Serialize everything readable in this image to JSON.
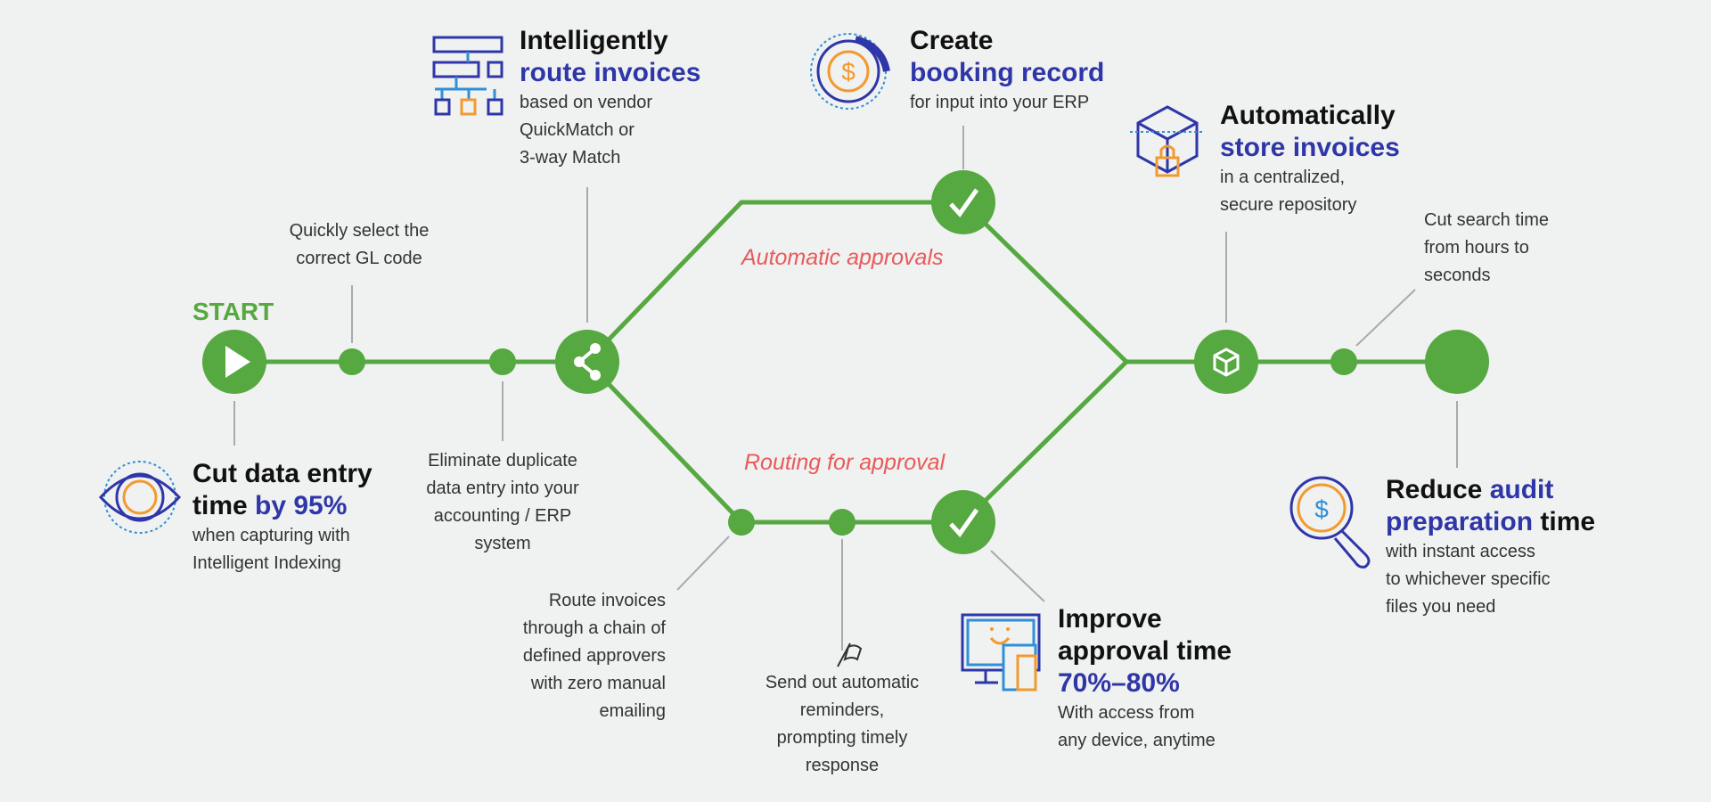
{
  "start_label": "START",
  "route_approval_label": "Automatic approvals",
  "route_routing_label": "Routing for approval",
  "blocks": {
    "cut_entry": {
      "head1": "Cut data entry",
      "head2a": "time ",
      "head2b": "by 95%",
      "body1": "when capturing with",
      "body2": "Intelligent Indexing"
    },
    "gl_code": {
      "line1": "Quickly select the",
      "line2": "correct GL code"
    },
    "duplicate": {
      "line1": "Eliminate duplicate",
      "line2": "data entry into your",
      "line3": "accounting / ERP",
      "line4": "system"
    },
    "route": {
      "head1": "Intelligently",
      "head2": "route invoices",
      "body1": "based on vendor",
      "body2": "QuickMatch or",
      "body3": "3-way Match"
    },
    "booking": {
      "head1": "Create",
      "head2": "booking record",
      "body1": "for input into your ERP"
    },
    "store": {
      "head1": "Automatically",
      "head2": "store invoices",
      "body1": "in a centralized,",
      "body2": "secure repository"
    },
    "search": {
      "line1": "Cut search time",
      "line2": "from hours to",
      "line3": "seconds"
    },
    "audit": {
      "head1a": "Reduce ",
      "head1b": "audit",
      "head2a": "preparation",
      "head2b": " time",
      "body1": "with instant access",
      "body2": "to whichever specific",
      "body3": "files you need"
    },
    "chain": {
      "line1": "Route invoices",
      "line2": "through a chain of",
      "line3": "defined approvers",
      "line4": "with zero manual",
      "line5": "emailing"
    },
    "reminders": {
      "line1": "Send out automatic",
      "line2": "reminders,",
      "line3": "prompting timely",
      "line4": "response"
    },
    "improve": {
      "head1": "Improve",
      "head2": "approval time",
      "head3": "70%–80%",
      "body1": "With access from",
      "body2": "any device, anytime"
    }
  },
  "colors": {
    "green": "#56a840",
    "blue": "#2e36a8",
    "orange": "#f29a2e",
    "red": "#e85a5a",
    "light_blue": "#2f8fd8"
  },
  "icons": [
    "play-icon",
    "share-icon",
    "check-icon",
    "box-icon",
    "eye-icon",
    "org-chart-icon",
    "dollar-coin-icon",
    "secure-box-icon",
    "dollar-magnifier-icon",
    "devices-icon",
    "flag-icon"
  ]
}
